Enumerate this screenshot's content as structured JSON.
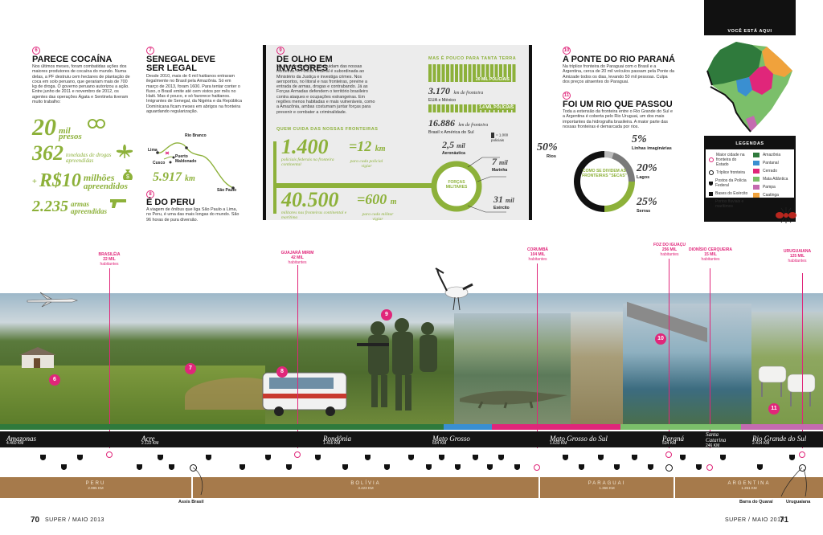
{
  "col1": {
    "num": "6",
    "title": "PARECE COCAÍNA",
    "body": "Nos últimos meses, foram combatidas ações dos maiores produtores de cocaína do mundo. Numa delas, a PF destruiu cem hectares de plantação de coca em solo peruano, que gerariam mais de 700 kg de droga. O governo peruano autorizou a ação. Entre junho de 2011 e novembro de 2012, os agentes das operações Ágata e Sentinela tiveram muito trabalho:",
    "stats": [
      {
        "value": "20",
        "unit": "mil",
        "label": "presos"
      },
      {
        "value": "362",
        "unit": "toneladas de drogas",
        "label": "apreendidas"
      },
      {
        "value": "R$10",
        "unit": "milhões",
        "label": "apreendidos"
      },
      {
        "value": "2.235",
        "unit": "armas",
        "label": "apreendidas"
      }
    ]
  },
  "col2": {
    "num": "7",
    "title": "SENEGAL DEVE SER LEGAL",
    "body": "Desde 2010, mais de 6 mil haitianos entraram ilegalmente no Brasil pela Amazônia. Só em março de 2013, foram 1600. Para tentar conter o fluxo, o Brasil emite até cem vistos por mês no Haiti. Mas é pouco, e só favorece haitianos. Imigrantes de Senegal, da Nigéria e da República Dominicana ficam meses em abrigos na fronteira aguardando regularização.",
    "map_labels": [
      "Rio Branco",
      "Lima",
      "Puerto Maldonado",
      "Cusco",
      "São Paulo"
    ],
    "distance": "5.917",
    "distance_unit": "km",
    "num2": "8",
    "title2": "É DO PERU",
    "body2": "A viagem de ônibus que liga São Paulo a Lima, no Peru, é uma das mais longas do mundo. São 96 horas de pura diversão."
  },
  "col3": {
    "num": "9",
    "title": "DE OLHO EM INVASORES",
    "body": "Há duas instituições que cuidam das nossas fronteiras. A Polícia Federal é subordinada ao Ministério da Justiça e investiga crimes. Nos aeroportos, no litoral e nas fronteiras, previne a entrada de armas, drogas e contrabando. Já as Forças Armadas defendem o território brasileiro contra ataques e ocupações estrangeiras. Em regiões menos habitadas e mais vulneráveis, como a Amazônia, ambas costumam juntar forças para prevenir e combater a criminalidade.",
    "who_title": "QUEM CUIDA DAS NOSSAS FRONTEIRAS",
    "police": {
      "value": "1.400",
      "label": "policiais federais na fronteira continental",
      "eq": "=12",
      "eq_unit": "km",
      "eq_label": "para cada policial vigiar"
    },
    "military": {
      "value": "40.500",
      "label": "militares nas fronteiras continental e marítima",
      "eq": "=600",
      "eq_unit": "m",
      "eq_label": "para cada militar vigiar"
    },
    "forces_label": "FORÇAS MILITARES",
    "forces": [
      {
        "value": "2,5",
        "unit": "mil",
        "label": "Aeronáutica"
      },
      {
        "value": "7",
        "unit": "mil",
        "label": "Marinha"
      },
      {
        "value": "31",
        "unit": "mil",
        "label": "Exército"
      }
    ]
  },
  "col4": {
    "title": "MAS É POUCO PARA TANTA TERRA",
    "bar1_label": "20 MIL POLICIAIS",
    "stat1_value": "3.170",
    "stat1_unit": "km de fronteira",
    "stat1_label": "EUA x México",
    "bar2_label": "1,4 MIL POLICIAIS",
    "stat2_value": "16.886",
    "stat2_unit": "km de fronteira",
    "stat2_label": "Brasil x América do Sul",
    "legend": "= 1.000 policiais"
  },
  "col5": {
    "num": "10",
    "title": "A PONTE DO RIO PARANÁ",
    "body": "Na tríplice fronteira do Paraguai com o Brasil e a Argentina, cerca de 20 mil veículos passam pela Ponte da Amizade todos os dias, levando 50 mil pessoas. Culpa dos preços atraentes do Paraguai.",
    "num2": "11",
    "title2": "FOI UM RIO QUE PASSOU",
    "body2": "Toda a extensão da fronteira entre o Rio Grande do Sul e a Argentina é coberta pelo Rio Uruguai, um dos mais importantes da hidrografia brasileira. A maior parte das nossas fronteiras é demarcada por rios."
  },
  "chart_data": {
    "type": "pie",
    "title": "COMO SE DIVIDEM AS FRONTEIRAS \"SECAS\"",
    "categories": [
      "Rios",
      "Linhas imaginárias",
      "Lagos",
      "Serras"
    ],
    "values": [
      50,
      5,
      20,
      25
    ],
    "colors": [
      "#111111",
      "#bbbbbb",
      "#7a7a7a",
      "#8db13a"
    ]
  },
  "inset": {
    "title": "VOCÊ ESTÁ AQUI",
    "legend_title": "LEGENDAS",
    "regions": [
      {
        "label": "Amazônia",
        "color": "#2f7a3c"
      },
      {
        "label": "Pantanal",
        "color": "#3a8fd1"
      },
      {
        "label": "Cerrado",
        "color": "#e0267a"
      },
      {
        "label": "Mata Atlântica",
        "color": "#7bbf6a"
      },
      {
        "label": "Pampa",
        "color": "#c46bb0"
      },
      {
        "label": "Caatinga",
        "color": "#f0a23c"
      }
    ],
    "symbols": [
      "Maior cidade na fronteira do Estado",
      "Tríplice fronteira",
      "Postos da Polícia Federal",
      "Bases do Exército",
      "Portos fluviais e marítimos"
    ]
  },
  "cities": [
    {
      "name": "BRASILÉIA",
      "pop": "22 MIL",
      "hab": "habitantes"
    },
    {
      "name": "GUAJARÁ MIRIM",
      "pop": "42 MIL",
      "hab": "habitantes"
    },
    {
      "name": "CORUMBÁ",
      "pop": "104 MIL",
      "hab": "habitantes"
    },
    {
      "name": "FOZ DO IGUAÇU",
      "pop": "256 MIL",
      "hab": "habitantes"
    },
    {
      "name": "DIONÍSIO CERQUEIRA",
      "pop": "15 MIL",
      "hab": "habitantes"
    },
    {
      "name": "URUGUAIANA",
      "pop": "125 MIL",
      "hab": "habitantes"
    }
  ],
  "states": [
    {
      "name": "Amazonas",
      "km": "4.460 KM"
    },
    {
      "name": "Acre",
      "km": "2.122 KM"
    },
    {
      "name": "Rondônia",
      "km": "1.416 KM"
    },
    {
      "name": "Mato Grosso",
      "km": "654 KM"
    },
    {
      "name": "Mato Grosso do Sul",
      "km": "1.633 KM"
    },
    {
      "name": "Paraná",
      "km": "534 KM"
    },
    {
      "name": "Santa Catarina",
      "km": "246 KM"
    },
    {
      "name": "Rio Grande do Sul",
      "km": "2.414 KM"
    }
  ],
  "countries": [
    {
      "name": "PERU",
      "km": "2.995 KM"
    },
    {
      "name": "BOLÍVIA",
      "km": "3.423 KM"
    },
    {
      "name": "PARAGUAI",
      "km": "1.366 KM"
    },
    {
      "name": "ARGENTINA",
      "km": "1.261 KM"
    }
  ],
  "callouts": [
    "Assis Brasil",
    "Barra do Quaraí",
    "Uruguaiana"
  ],
  "photo_nums": [
    "6",
    "7",
    "8",
    "9",
    "10",
    "11"
  ],
  "footer": {
    "left_page": "70",
    "left_text": "SUPER / MAIO 2013",
    "right_text": "SUPER / MAIO 2013",
    "right_page": "71"
  }
}
